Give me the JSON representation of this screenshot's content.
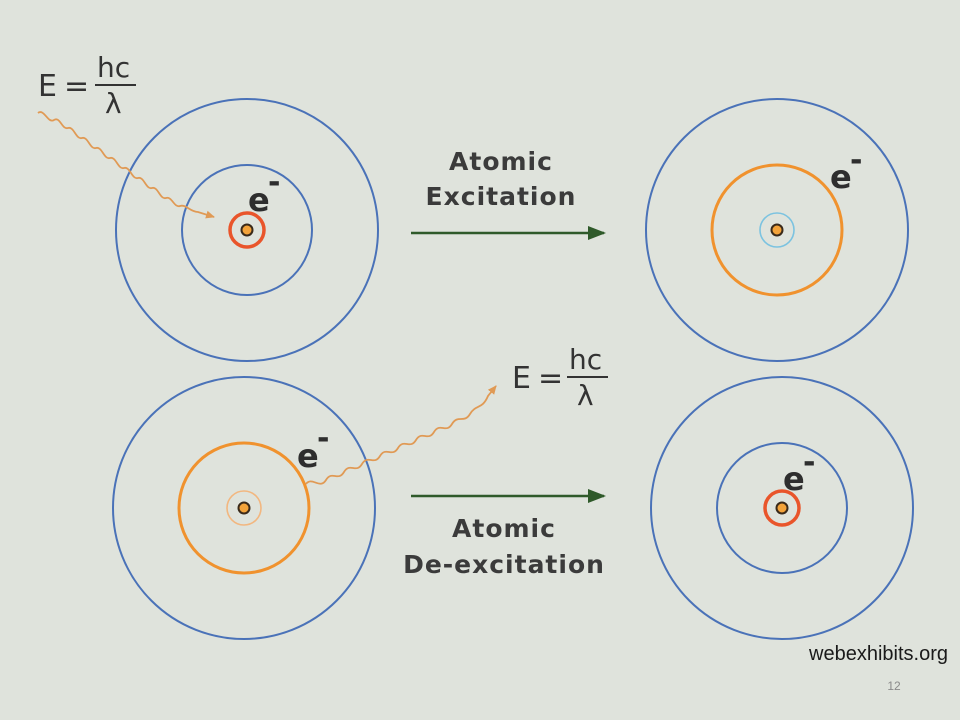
{
  "colors": {
    "background": "#dfe3dc",
    "orbit_blue": "#4a72b8",
    "orbit_orange": "#f0922e",
    "electron_ring_red": "#e9552b",
    "nucleus_fill": "#f3a33a",
    "nucleus_stroke": "#3a2a1a",
    "inner_light_blue": "#7cc3e0",
    "inner_light_orange": "#f2b780",
    "photon_wave": "#e09a55",
    "arrow_green": "#2f5a2a"
  },
  "equations": {
    "top": {
      "lhs": "E",
      "equals": "=",
      "numerator": "hc",
      "denominator": "λ"
    },
    "bottom": {
      "lhs": "E",
      "equals": "=",
      "numerator": "hc",
      "denominator": "λ"
    }
  },
  "electron_label": "e",
  "electron_charge": "-",
  "processes": {
    "excitation": {
      "line1": "Atomic",
      "line2": "Excitation"
    },
    "deexcitation": {
      "line1": "Atomic",
      "line2": "De-excitation"
    }
  },
  "credit": "webexhibits.org",
  "page_number": "12"
}
